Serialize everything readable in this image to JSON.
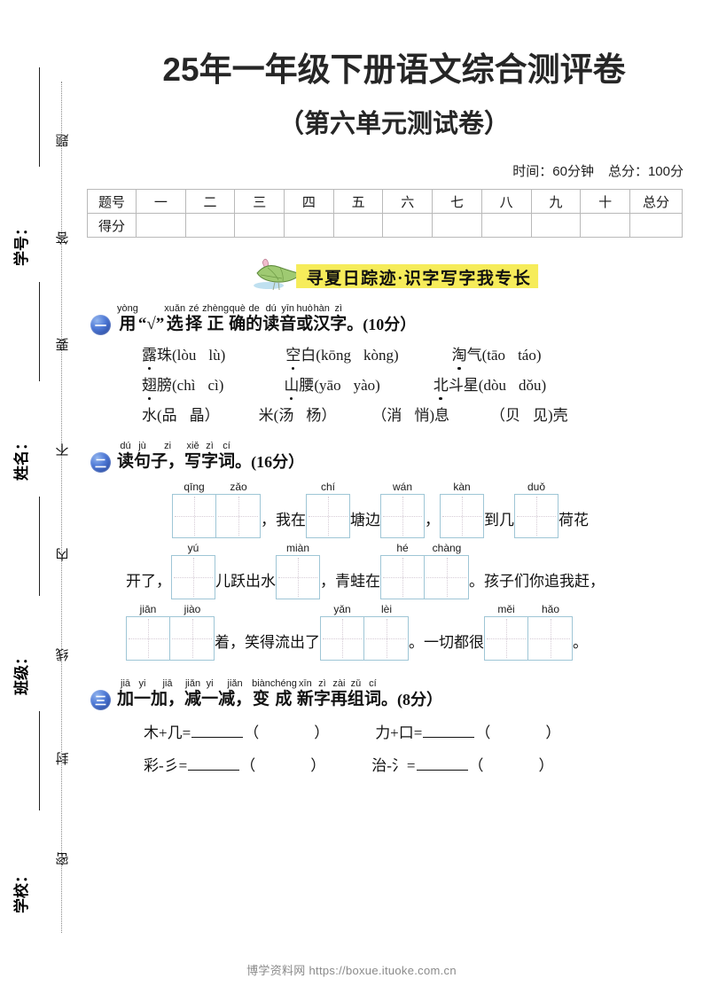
{
  "document": {
    "title": "25年一年级下册语文综合测评卷",
    "subtitle": "（第六单元测试卷）",
    "time_label": "时间：60分钟",
    "total_label": "总分：100分"
  },
  "seal": {
    "field_labels": [
      "学号：",
      "姓名：",
      "班级：",
      "学校："
    ],
    "seal_chars": [
      "题",
      "答",
      "要",
      "不",
      "内",
      "线",
      "封",
      "密"
    ]
  },
  "score_table": {
    "row_head_label": "题号",
    "row_score_label": "得分",
    "columns": [
      "一",
      "二",
      "三",
      "四",
      "五",
      "六",
      "七",
      "八",
      "九",
      "十"
    ],
    "total_column": "总分",
    "scores": [
      "",
      "",
      "",
      "",
      "",
      "",
      "",
      "",
      "",
      "",
      ""
    ]
  },
  "banner": {
    "text": "寻夏日踪迹·识字写字我专长",
    "highlight_color": "#f6ec5a",
    "leaf_color": "#8cc06a",
    "bud_color": "#e8b6c6",
    "water_color": "#bfe0f0"
  },
  "sections": [
    {
      "number": "一",
      "pinyin_ruby": [
        {
          "py": "yòng",
          "hz": "用"
        },
        {
          "py": "",
          "hz": "“√”"
        },
        {
          "py": "xuǎn",
          "hz": "选"
        },
        {
          "py": "zé",
          "hz": "择"
        },
        {
          "py": "zhèng",
          "hz": "正"
        },
        {
          "py": "què",
          "hz": "确"
        },
        {
          "py": "de",
          "hz": "的"
        },
        {
          "py": "dú",
          "hz": "读"
        },
        {
          "py": "yīn",
          "hz": "音"
        },
        {
          "py": "huò",
          "hz": "或"
        },
        {
          "py": "hàn",
          "hz": "汉"
        },
        {
          "py": "zì",
          "hz": "字"
        }
      ],
      "tail": "。(10分）",
      "rows": [
        [
          {
            "dotted": "露",
            "rest": "珠(lòu",
            "alt": "lù)"
          },
          {
            "dotted": "空",
            "rest": "白(kōng",
            "alt": "kòng)"
          },
          {
            "dotted": "淘",
            "rest": "气(tāo",
            "alt": "táo)"
          }
        ],
        [
          {
            "dotted": "翅",
            "rest": "膀(chì",
            "alt": "cì)"
          },
          {
            "dotted": "山",
            "rest": "腰(yāo",
            "alt": "yào)"
          },
          {
            "dotted": "北",
            "rest": "斗星(dòu",
            "alt": "dǒu)"
          }
        ]
      ],
      "char_row": [
        {
          "pre": "水(品",
          "post": "晶）"
        },
        {
          "pre": "米(汤",
          "post": "杨）"
        },
        {
          "pre": "（消",
          "post": "悄)息"
        },
        {
          "pre": "（贝",
          "post": "见)壳"
        }
      ]
    },
    {
      "number": "二",
      "pinyin_ruby": [
        {
          "py": "dú",
          "hz": "读"
        },
        {
          "py": "jù",
          "hz": "句"
        },
        {
          "py": "zi",
          "hz": "子，"
        },
        {
          "py": "xiě",
          "hz": "写"
        },
        {
          "py": "zì",
          "hz": "字"
        },
        {
          "py": "cí",
          "hz": "词"
        }
      ],
      "tail": "。(16分）",
      "lines": [
        [
          {
            "type": "space",
            "w": 52
          },
          {
            "type": "grid",
            "py": [
              "qīng",
              "zǎo"
            ]
          },
          {
            "type": "text",
            "text": "，我在"
          },
          {
            "type": "grid",
            "py": [
              "chí"
            ]
          },
          {
            "type": "text",
            "text": "塘边"
          },
          {
            "type": "grid",
            "py": [
              "wán"
            ]
          },
          {
            "type": "text",
            "text": "，"
          },
          {
            "type": "grid",
            "py": [
              "kàn"
            ]
          },
          {
            "type": "text",
            "text": "到几"
          },
          {
            "type": "grid",
            "py": [
              "duǒ"
            ]
          },
          {
            "type": "text",
            "text": "荷花"
          }
        ],
        [
          {
            "type": "text",
            "text": "开了，"
          },
          {
            "type": "grid",
            "py": [
              "yú"
            ]
          },
          {
            "type": "text",
            "text": "儿跃出水"
          },
          {
            "type": "grid",
            "py": [
              "miàn"
            ]
          },
          {
            "type": "text",
            "text": "，青蛙在"
          },
          {
            "type": "grid",
            "py": [
              "hé",
              "chàng"
            ]
          },
          {
            "type": "text",
            "text": "。孩子们你追我赶，"
          }
        ],
        [
          {
            "type": "grid",
            "py": [
              "jiān",
              "jiào"
            ]
          },
          {
            "type": "text",
            "text": "着，笑得流出了"
          },
          {
            "type": "grid",
            "py": [
              "yǎn",
              "lèi"
            ]
          },
          {
            "type": "text",
            "text": "。一切都很"
          },
          {
            "type": "grid",
            "py": [
              "měi",
              "hǎo"
            ]
          },
          {
            "type": "text",
            "text": "。"
          }
        ]
      ]
    },
    {
      "number": "三",
      "pinyin_ruby": [
        {
          "py": "jiā",
          "hz": "加"
        },
        {
          "py": "yi",
          "hz": "一"
        },
        {
          "py": "jiā",
          "hz": "加，"
        },
        {
          "py": "jiǎn",
          "hz": "减"
        },
        {
          "py": "yi",
          "hz": "一"
        },
        {
          "py": "jiǎn",
          "hz": "减，"
        },
        {
          "py": "biàn",
          "hz": "变"
        },
        {
          "py": "chéng",
          "hz": "成"
        },
        {
          "py": "xīn",
          "hz": "新"
        },
        {
          "py": "zì",
          "hz": "字"
        },
        {
          "py": "zài",
          "hz": "再"
        },
        {
          "py": "zǔ",
          "hz": "组"
        },
        {
          "py": "cí",
          "hz": "词"
        }
      ],
      "tail": "。(8分）",
      "equations": [
        [
          {
            "left": "木+几=",
            "paren_open": "（",
            "paren_close": "）"
          },
          {
            "left": "力+口=",
            "paren_open": "（",
            "paren_close": "）"
          }
        ],
        [
          {
            "left": "彩-彡=",
            "paren_open": "（",
            "paren_close": "）"
          },
          {
            "left": "治-氵=",
            "paren_open": "（",
            "paren_close": "）"
          }
        ]
      ]
    }
  ],
  "footer": {
    "text": "博学资料网 https://boxue.ituoke.com.cn"
  }
}
